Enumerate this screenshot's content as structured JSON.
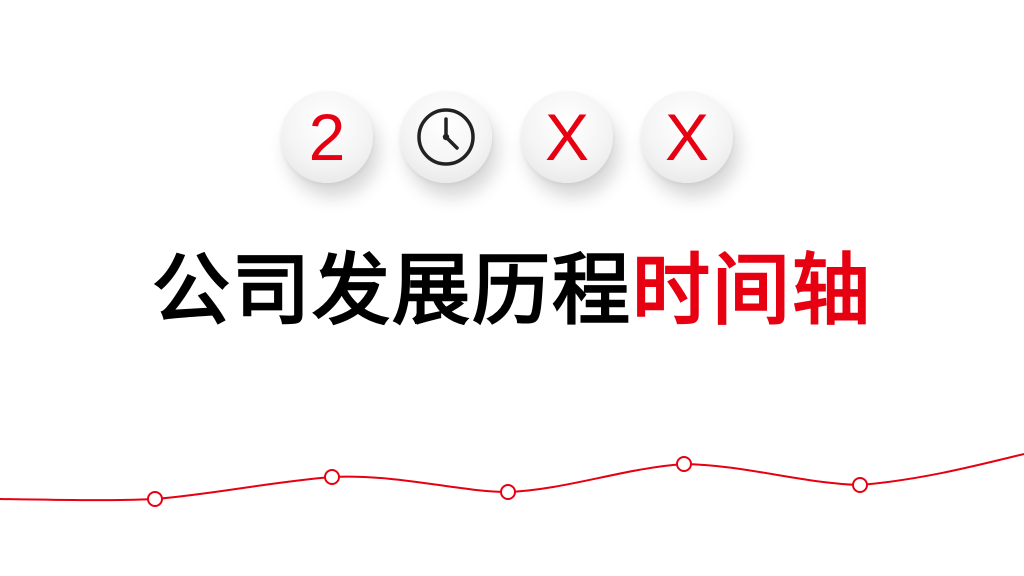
{
  "header": {
    "year_chars": [
      "2",
      "X",
      "X"
    ],
    "clock_icon": "clock-icon",
    "accent_color": "#e60012"
  },
  "title": {
    "black_part": "公司发展历程",
    "red_part": "时间轴"
  },
  "colors": {
    "accent": "#e60012",
    "text": "#000000",
    "background": "#ffffff"
  }
}
